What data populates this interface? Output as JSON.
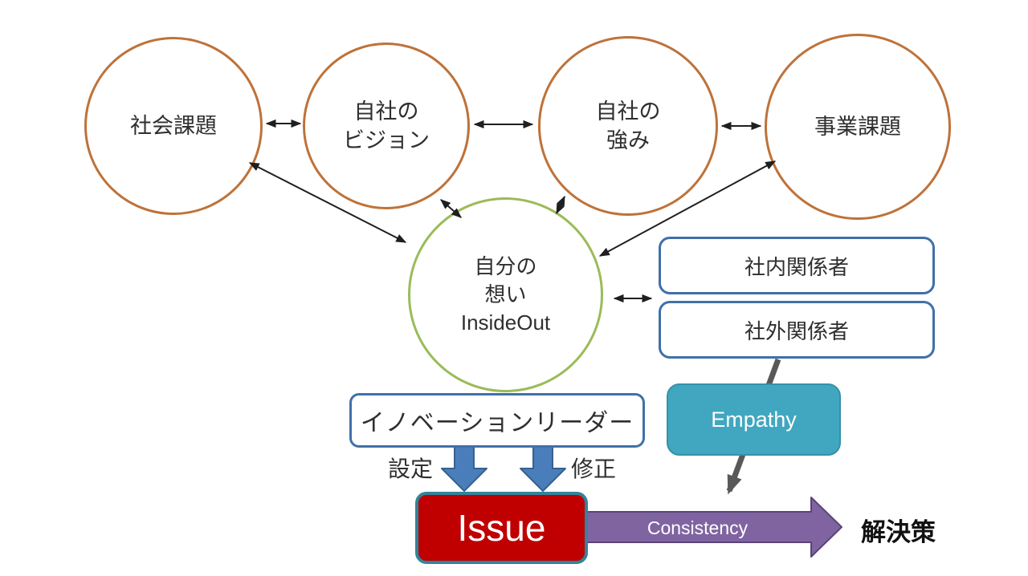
{
  "diagram_title": "issue-setting-diagram",
  "circles": [
    {
      "name": "social-issues",
      "lines": [
        "社会課題"
      ]
    },
    {
      "name": "company-vision",
      "lines": [
        "自社の",
        "ビジョン"
      ]
    },
    {
      "name": "company-strengths",
      "lines": [
        "自社の",
        "強み"
      ]
    },
    {
      "name": "business-issues",
      "lines": [
        "事業課題"
      ]
    }
  ],
  "center_circle": {
    "name": "self-thoughts",
    "lines": [
      "自分の",
      "想い",
      "InsideOut"
    ]
  },
  "boxes": {
    "internal_stakeholders": "社内関係者",
    "external_stakeholders": "社外関係者",
    "innovation_leader": "イノベーションリーダー",
    "empathy": "Empathy",
    "issue": "Issue"
  },
  "labels": {
    "set": "設定",
    "revise": "修正",
    "consistency": "Consistency",
    "solution": "解決策"
  },
  "colors": {
    "circle_border": "#BE7239",
    "center_circle_border": "#9BBB59",
    "blue_box_border": "#4070A8",
    "empathy_fill": "#41A7C0",
    "empathy_border": "#3591A9",
    "issue_fill": "#C00000",
    "issue_border": "#31849B",
    "consistency_arrow_fill": "#8064A2",
    "consistency_arrow_border": "#5A4478",
    "block_arrow_fill": "#4A7EBB",
    "block_arrow_border": "#36618F",
    "gray_arrow": "#595959",
    "thin_arrow": "#1F1F1F"
  }
}
